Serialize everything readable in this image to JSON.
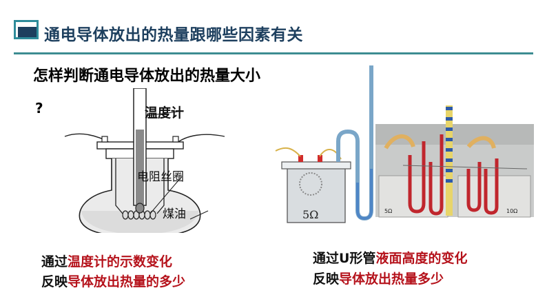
{
  "header": {
    "title": "通电导体放出的热量跟哪些因素有关"
  },
  "question": {
    "text": "怎样判断通电导体放出的热量大小",
    "mark": "?"
  },
  "left_diagram": {
    "labels": {
      "thermometer": "温度计",
      "coil": "电阻丝圈",
      "oil": "煤油"
    },
    "caption": {
      "line1_prefix": "通过",
      "line1_highlight": "温度计的示数变化",
      "line2_prefix": "反映",
      "line2_highlight": "导体放出热量的多少"
    }
  },
  "right_diagram": {
    "resistor_label": "5Ω",
    "photo_labels": [
      "5Ω",
      "10Ω"
    ],
    "caption": {
      "line1_prefix": "通过U形管",
      "line1_highlight": "液面高度的变化",
      "line2_prefix": "反映",
      "line2_highlight": "导体放出热量多少"
    }
  },
  "colors": {
    "title": "#1d3f5e",
    "rule": "#3c8c91",
    "highlight": "#b5121b",
    "liquid": "#c0262d"
  }
}
